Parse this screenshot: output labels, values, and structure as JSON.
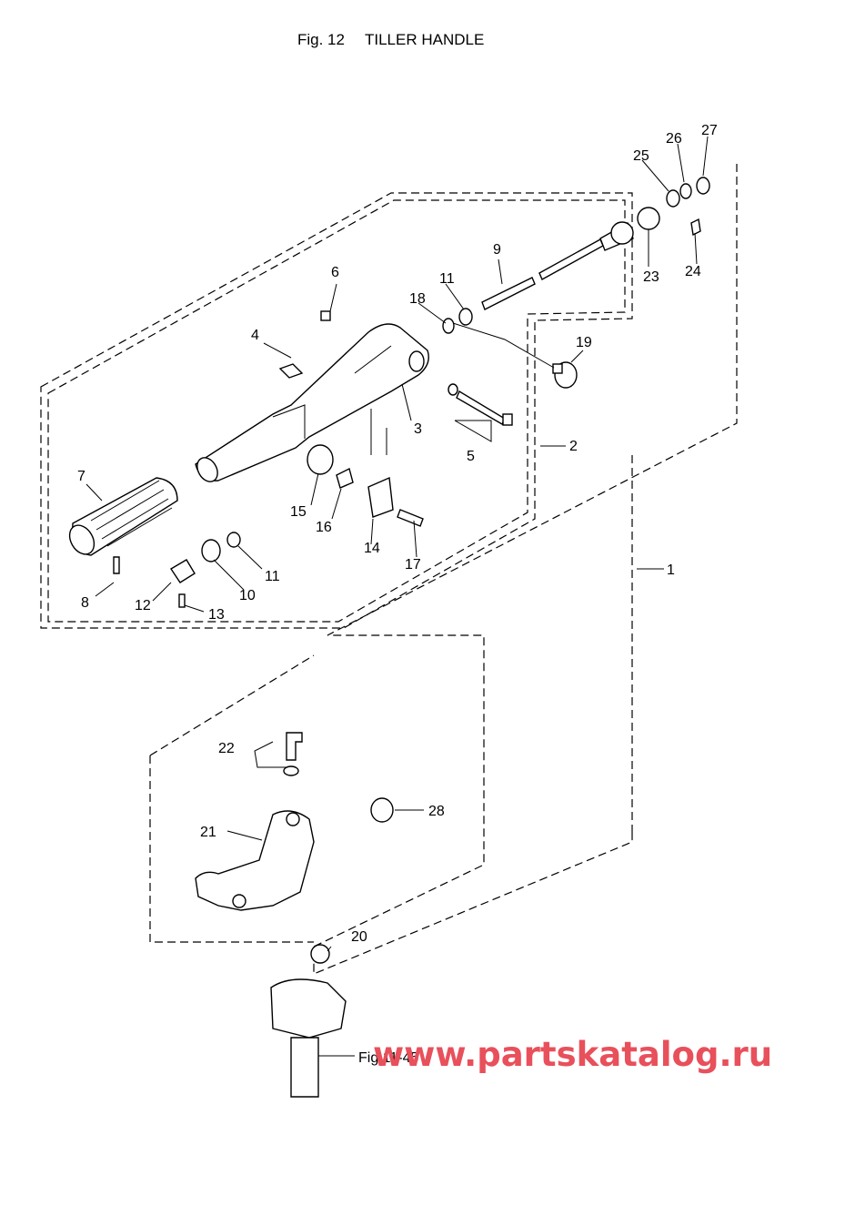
{
  "header": {
    "figure_number": "Fig. 12",
    "figure_title": "TILLER HANDLE"
  },
  "callouts": [
    "1",
    "2",
    "3",
    "4",
    "5",
    "6",
    "7",
    "8",
    "9",
    "10",
    "11",
    "11",
    "12",
    "13",
    "14",
    "15",
    "16",
    "17",
    "18",
    "19",
    "20",
    "21",
    "22",
    "23",
    "24",
    "25",
    "26",
    "27",
    "28"
  ],
  "reference": "Fig.11-45",
  "watermark": "www.partskatalog.ru"
}
